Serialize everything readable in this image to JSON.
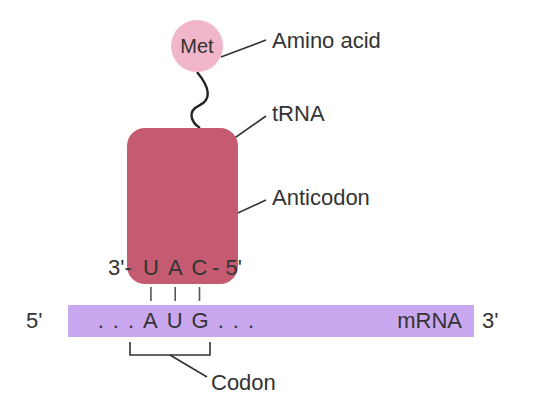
{
  "diagram": {
    "nodes": [
      {
        "text": [
          "Met"
        ]
      },
      {
        "text": [
          "UAC"
        ]
      },
      {
        "text": [
          "...AUG...",
          "mRNA"
        ]
      }
    ],
    "edges": [
      {
        "from": 0,
        "to": 1,
        "arrow": "none"
      }
    ],
    "labels": [
      "Amino acid",
      "tRNA",
      "Anticodon",
      "3'-",
      "- 5'",
      "5'",
      "3'",
      "Codon"
    ]
  }
}
